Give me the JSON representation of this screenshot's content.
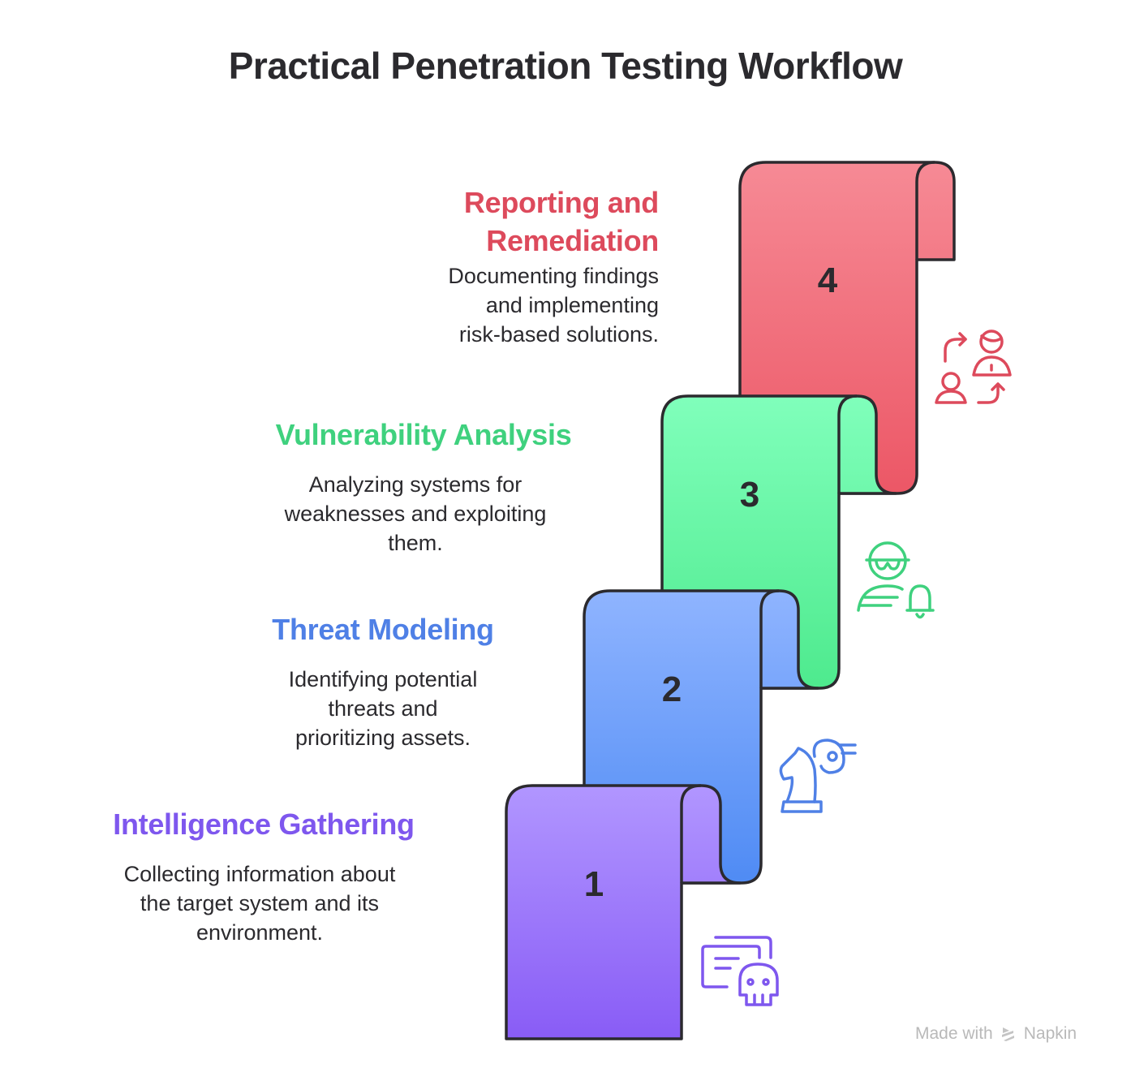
{
  "title": "Practical Penetration Testing Workflow",
  "steps": [
    {
      "number": "1",
      "heading": "Intelligence Gathering",
      "description_lines": [
        "Collecting information about",
        "the target system and its",
        "environment."
      ],
      "color": "#7e57ee",
      "gradient": [
        "#b196ff",
        "#895cf6"
      ],
      "icon": "skull-document-icon"
    },
    {
      "number": "2",
      "heading": "Threat Modeling",
      "description_lines": [
        "Identifying potential",
        "threats and",
        "prioritizing assets."
      ],
      "color": "#4f80e6",
      "gradient": [
        "#8fb4ff",
        "#4f8bf4"
      ],
      "icon": "chess-knight-target-icon"
    },
    {
      "number": "3",
      "heading": "Vulnerability Analysis",
      "description_lines": [
        "Analyzing systems for",
        "weaknesses and exploiting",
        "them."
      ],
      "color": "#3fd17e",
      "gradient": [
        "#80ffbb",
        "#4eea8e"
      ],
      "icon": "hacker-alert-icon"
    },
    {
      "number": "4",
      "heading_lines": [
        "Reporting and",
        "Remediation"
      ],
      "description_lines": [
        "Documenting findings",
        "and implementing",
        "risk-based solutions."
      ],
      "color": "#dd4a5c",
      "gradient": [
        "#f68a95",
        "#ec5766"
      ],
      "icon": "user-handoff-icon"
    }
  ],
  "footer": {
    "made_with": "Made with",
    "brand": "Napkin"
  }
}
